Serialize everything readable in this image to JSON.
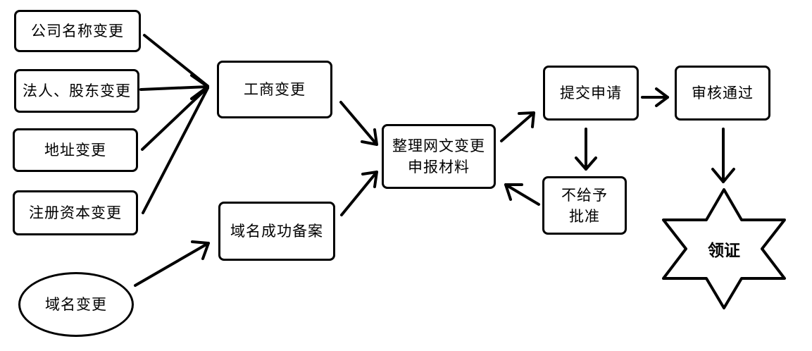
{
  "nodes": {
    "company_name_change": "公司名称变更",
    "legal_rep_shareholder_change": "法人、股东变更",
    "address_change": "地址变更",
    "registered_capital_change": "注册资本变更",
    "business_change": "工商变更",
    "domain_filing_success": "域名成功备案",
    "domain_change": "域名变更",
    "organize_materials_line1": "整理网文变更",
    "organize_materials_line2": "申报材料",
    "submit_application": "提交申请",
    "review_passed": "审核通过",
    "not_approved_line1": "不给予",
    "not_approved_line2": "批准",
    "get_license": "领证"
  }
}
